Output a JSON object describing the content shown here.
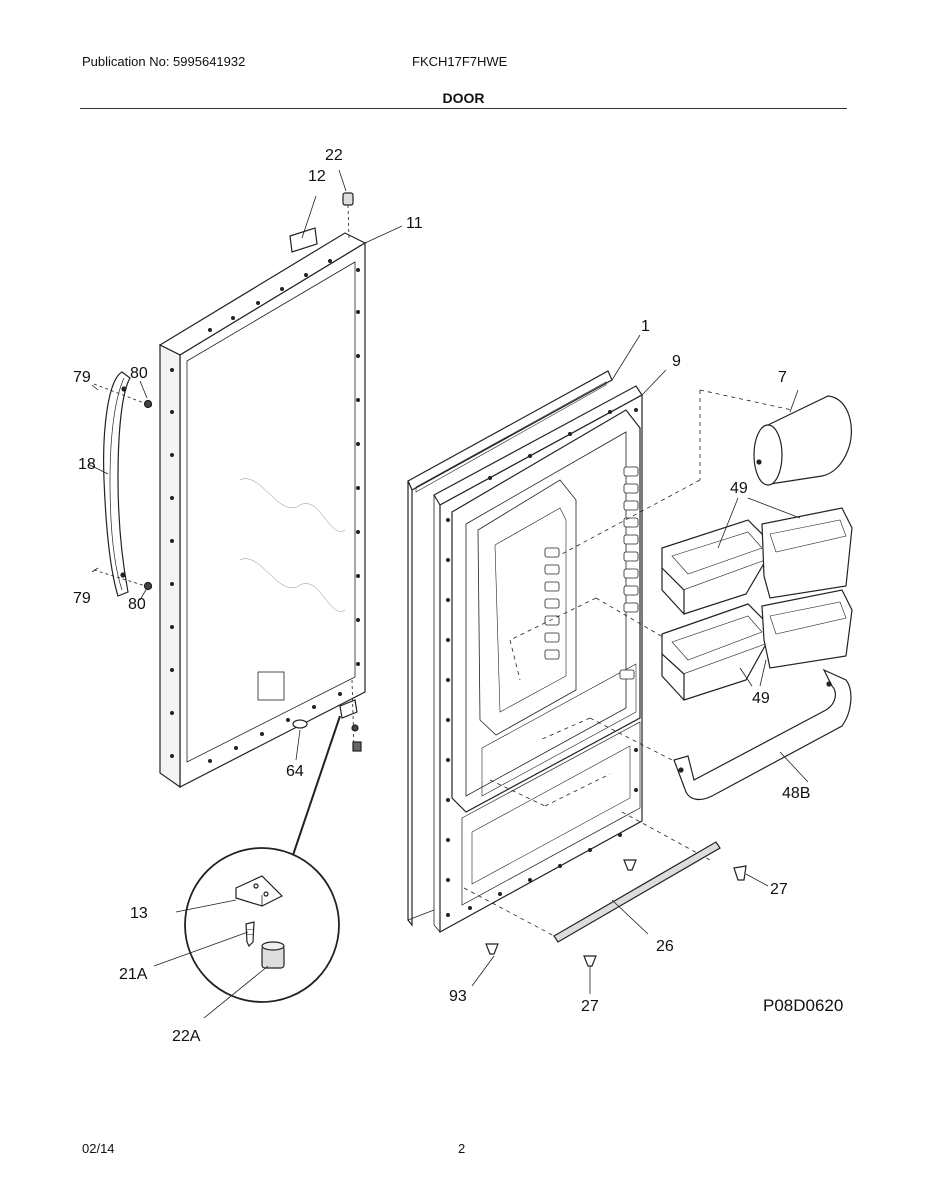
{
  "header": {
    "publication": "Publication No: 5995641932",
    "model": "FKCH17F7HWE",
    "title": "DOOR"
  },
  "diagram": {
    "code": "P08D0620",
    "labels": [
      {
        "id": "22",
        "text": "22"
      },
      {
        "id": "12",
        "text": "12"
      },
      {
        "id": "11",
        "text": "11"
      },
      {
        "id": "1",
        "text": "1"
      },
      {
        "id": "9",
        "text": "9"
      },
      {
        "id": "7",
        "text": "7"
      },
      {
        "id": "79a",
        "text": "79"
      },
      {
        "id": "80a",
        "text": "80"
      },
      {
        "id": "18",
        "text": "18"
      },
      {
        "id": "79b",
        "text": "79"
      },
      {
        "id": "80b",
        "text": "80"
      },
      {
        "id": "49a",
        "text": "49"
      },
      {
        "id": "49b",
        "text": "49"
      },
      {
        "id": "64",
        "text": "64"
      },
      {
        "id": "48B",
        "text": "48B"
      },
      {
        "id": "27a",
        "text": "27"
      },
      {
        "id": "13",
        "text": "13"
      },
      {
        "id": "26",
        "text": "26"
      },
      {
        "id": "21A",
        "text": "21A"
      },
      {
        "id": "93",
        "text": "93"
      },
      {
        "id": "27b",
        "text": "27"
      },
      {
        "id": "22A",
        "text": "22A"
      }
    ]
  },
  "footer": {
    "date": "02/14",
    "page": "2"
  }
}
